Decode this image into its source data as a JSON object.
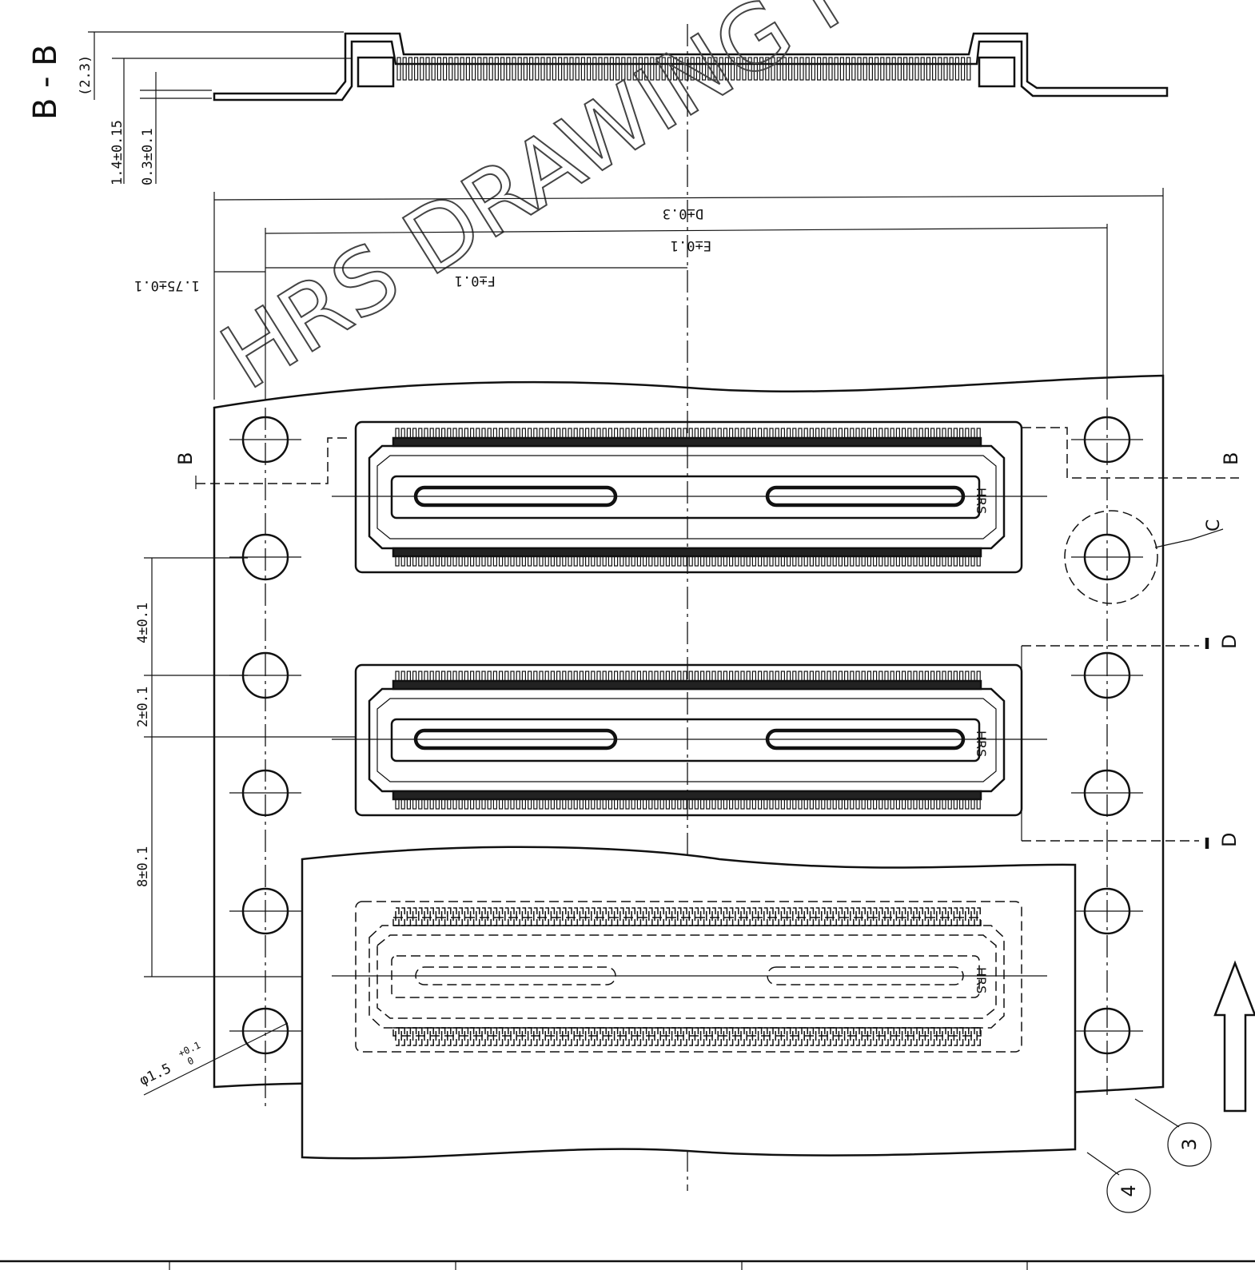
{
  "watermark": "HRS DRAWING FOR REF",
  "section_view": {
    "label": "B - B",
    "dims": {
      "overall_height": "(2.3)",
      "height": "1.4±0.15",
      "tape_thickness": "0.3±0.1"
    }
  },
  "plan_dims": {
    "D": "D±0.3",
    "E": "E±0.1",
    "F": "F±0.1",
    "edge": "1.75±0.1",
    "pitch_4": "4±0.1",
    "pitch_2": "2±0.1",
    "pitch_8": "8±0.1",
    "hole_dia": "φ1.5",
    "hole_tol": "+0.1",
    "hole_tol_low": "0"
  },
  "section_marks": {
    "b": "B",
    "c": "C",
    "d": "D"
  },
  "connector_logo": "HRS",
  "balloons": {
    "carrier_tape": "3",
    "cover_tape": "4"
  },
  "colors": {
    "ink": "#111111",
    "paper": "#ffffff",
    "watermark": "#444444"
  }
}
